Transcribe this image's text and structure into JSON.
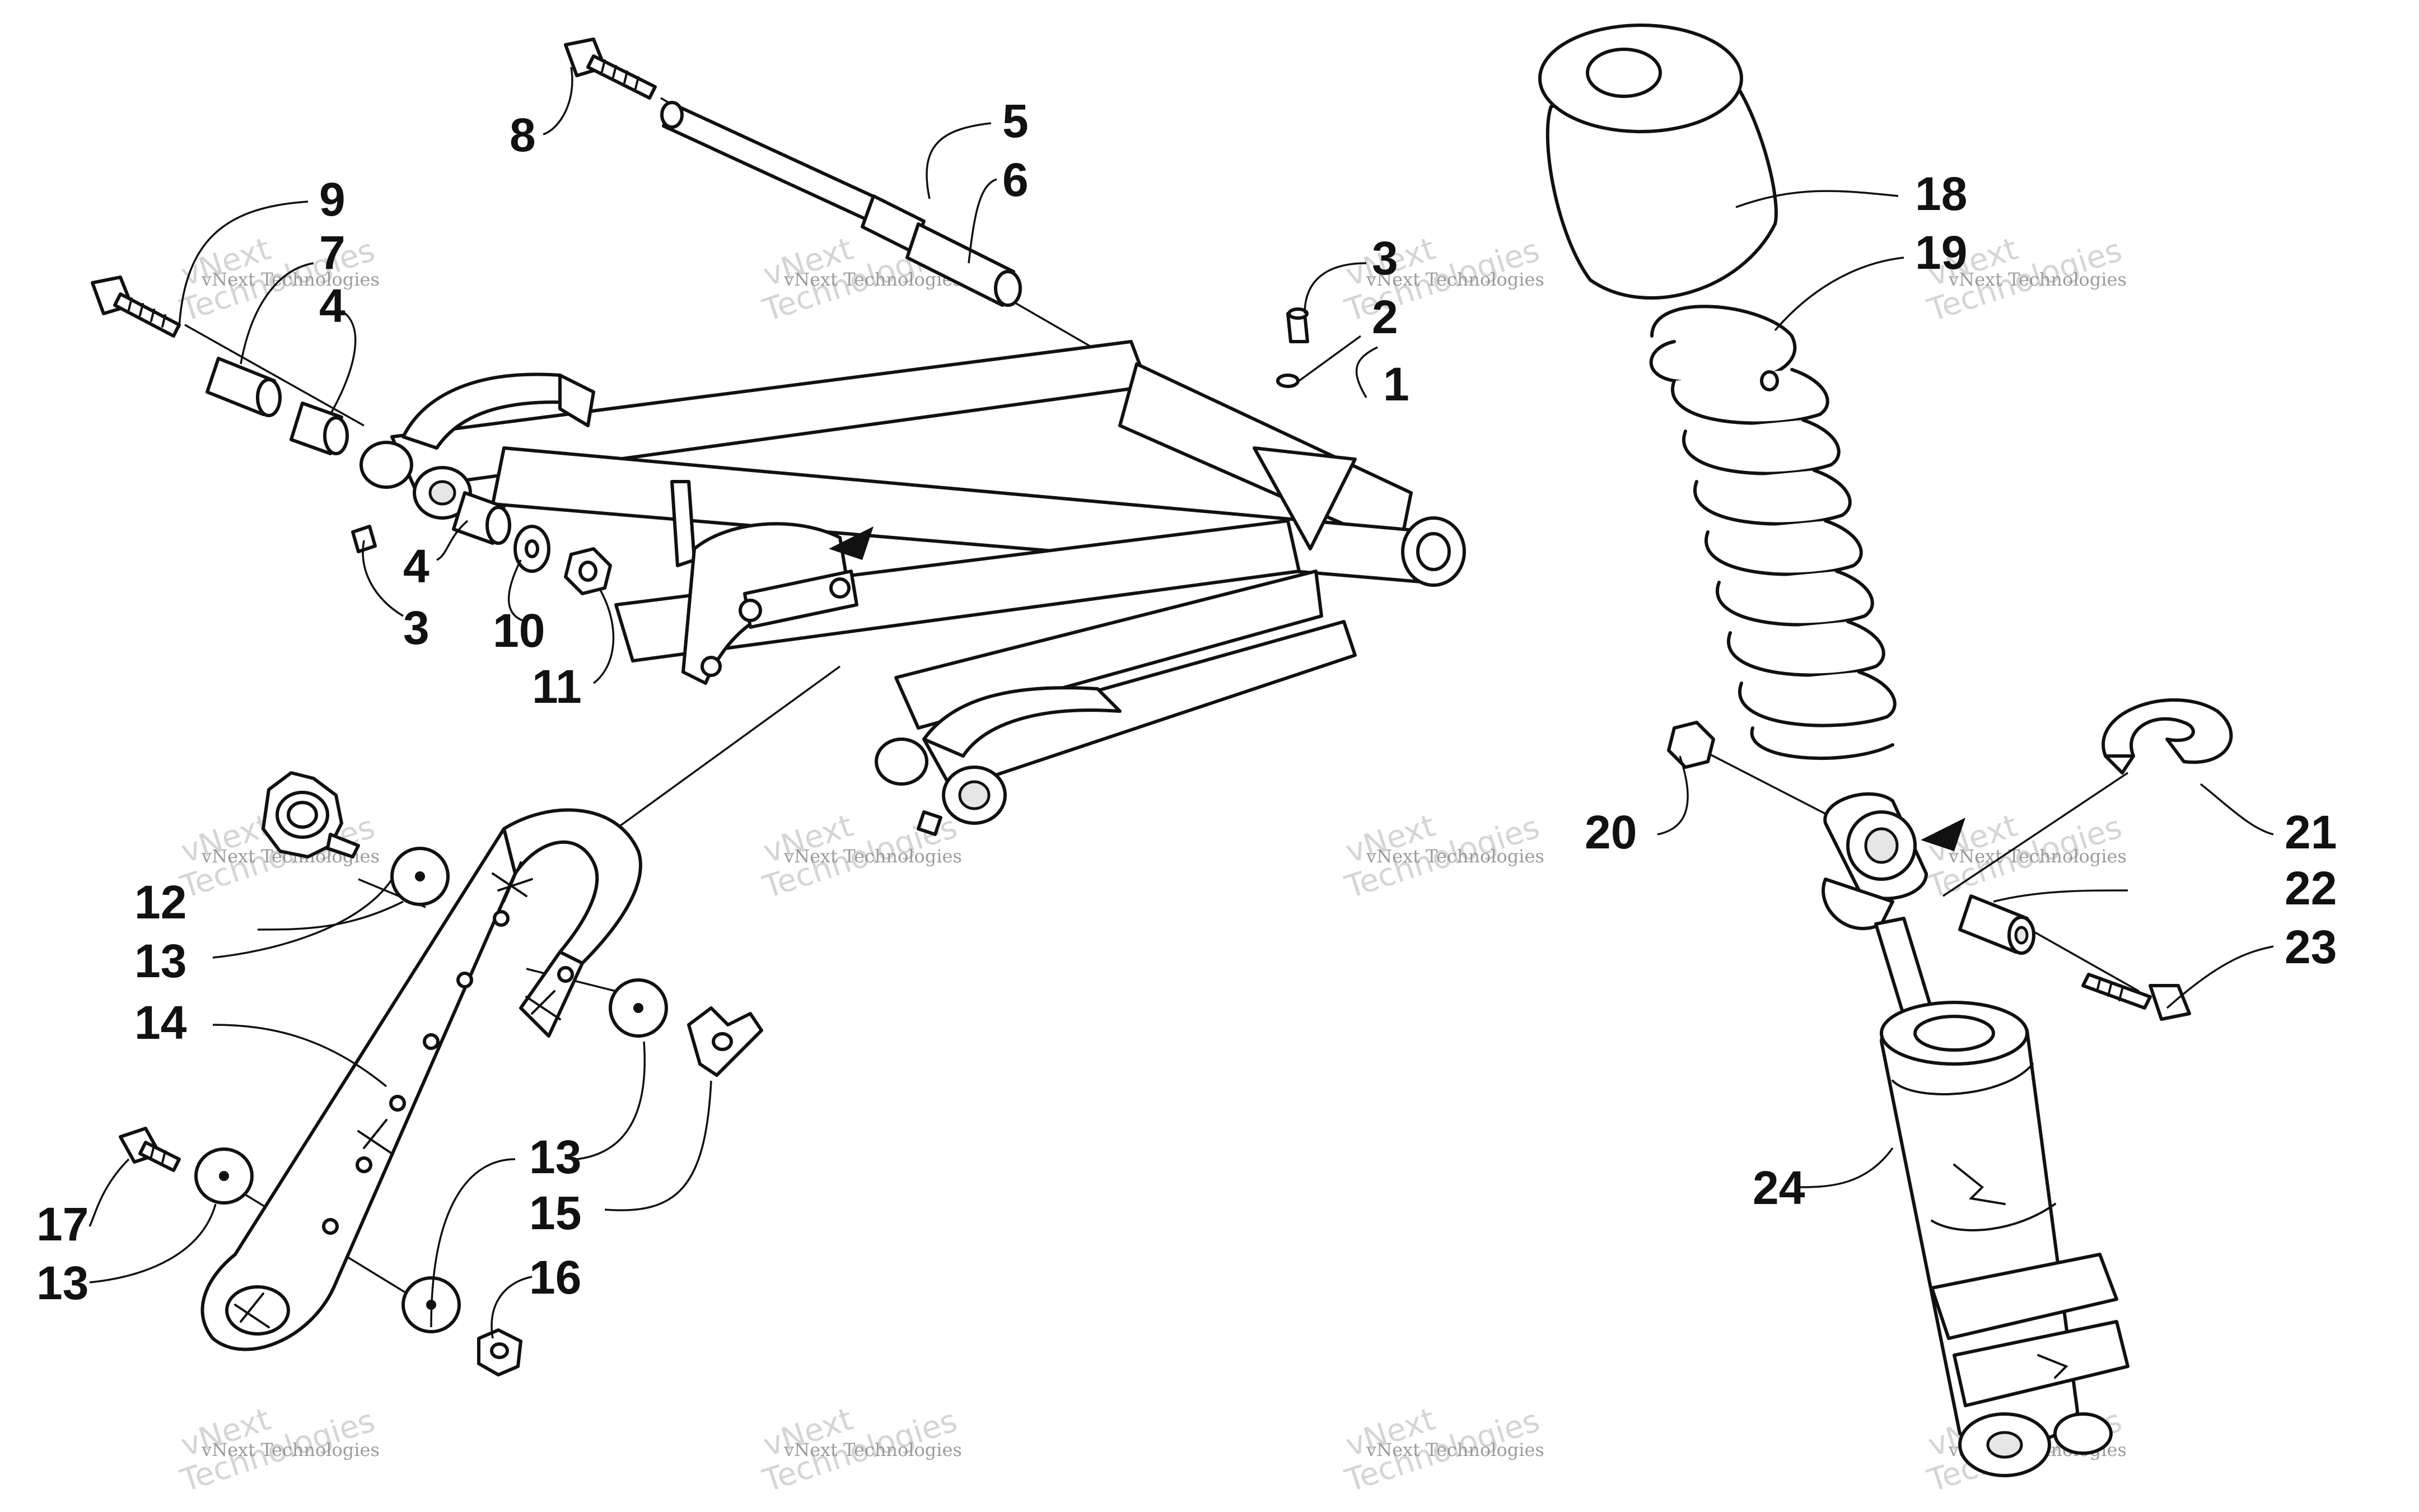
{
  "labels": {
    "l1": "1",
    "l2": "2",
    "l3a": "3",
    "l3b": "3",
    "l4a": "4",
    "l4b": "4",
    "l5": "5",
    "l6": "6",
    "l7": "7",
    "l8": "8",
    "l9": "9",
    "l10": "10",
    "l11": "11",
    "l12": "12",
    "l13a": "13",
    "l13b": "13",
    "l13c": "13",
    "l14": "14",
    "l15": "15",
    "l16": "16",
    "l17": "17",
    "l18": "18",
    "l19": "19",
    "l20": "20",
    "l21": "21",
    "l22": "22",
    "l23": "23",
    "l24": "24"
  },
  "watermark": {
    "line1": "vNext Technologies",
    "line2": "Technologies",
    "word": "vNext"
  }
}
